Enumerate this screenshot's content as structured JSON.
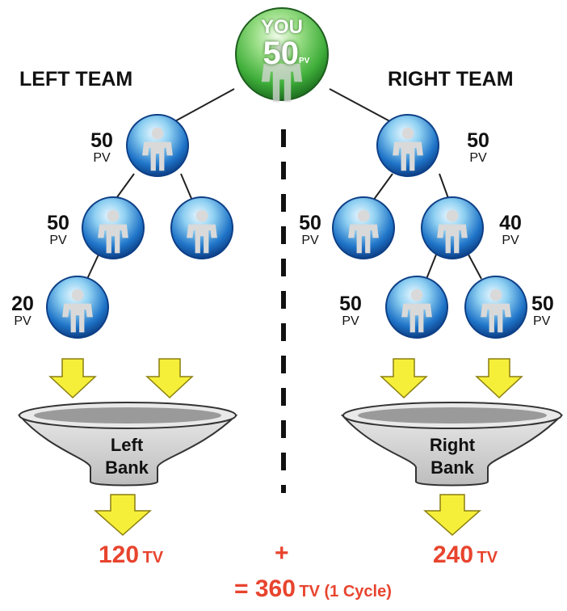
{
  "top": {
    "label": "YOU",
    "pv": "50",
    "pv_unit": "PV"
  },
  "left_team": {
    "title": "LEFT TEAM",
    "members": [
      {
        "pv": "50",
        "unit": "PV"
      },
      {
        "pv": "50",
        "unit": "PV"
      },
      {
        "pv": "",
        "unit": ""
      },
      {
        "pv": "20",
        "unit": "PV"
      }
    ],
    "bank_line1": "Left",
    "bank_line2": "Bank",
    "tv_value": "120",
    "tv_unit": "TV"
  },
  "right_team": {
    "title": "RIGHT TEAM",
    "members": [
      {
        "pv": "50",
        "unit": "PV"
      },
      {
        "pv": "50",
        "unit": "PV"
      },
      {
        "pv": "40",
        "unit": "PV"
      },
      {
        "pv": "50",
        "unit": "PV"
      },
      {
        "pv": "50",
        "unit": "PV"
      }
    ],
    "bank_line1": "Right",
    "bank_line2": "Bank",
    "tv_value": "240",
    "tv_unit": "TV"
  },
  "plus": "+",
  "result": {
    "value": "= 360",
    "unit": "TV (1 Cycle)"
  },
  "colors": {
    "accent": "#e8442e",
    "arrow": "#f6ef3a",
    "node_blue": "#1f74c8",
    "node_green": "#3fae3a"
  }
}
